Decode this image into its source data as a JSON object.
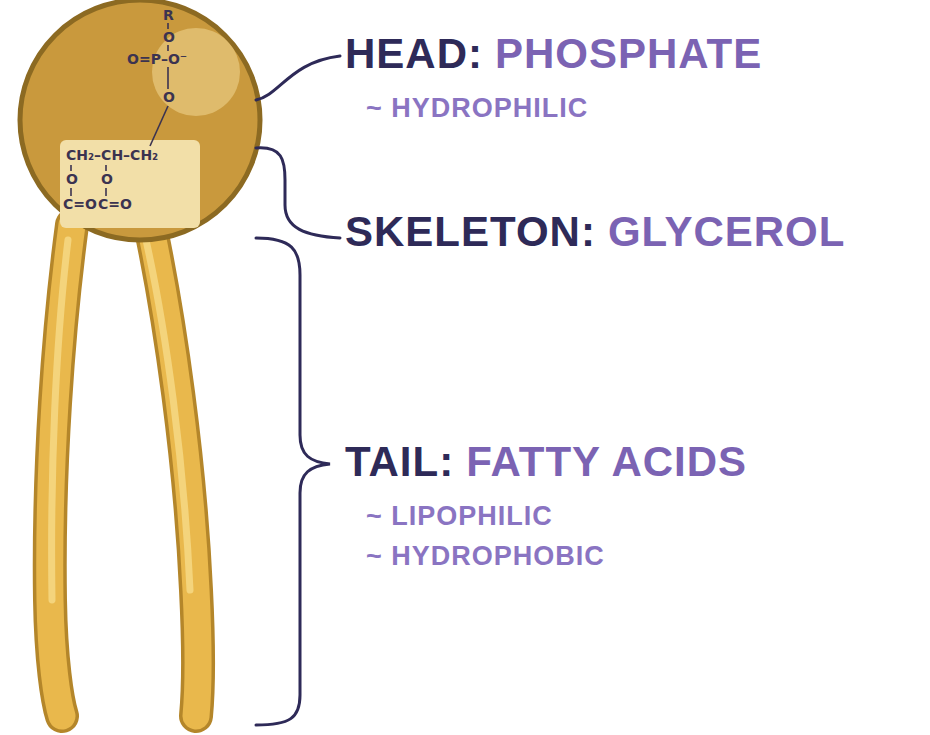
{
  "diagram": {
    "labels": [
      "R",
      "O",
      "O=P–O⁻",
      "O",
      "CH₂–CH–CH₂",
      "O",
      "O",
      "C=O",
      "C=O",
      "HEAD:",
      "PHOSPHATE",
      "~ HYDROPHILIC",
      "SKELETON:",
      "GLYCEROL",
      "TAIL:",
      "FATTY ACIDS",
      "~ LIPOPHILIC",
      "~ HYDROPHOBIC"
    ]
  }
}
